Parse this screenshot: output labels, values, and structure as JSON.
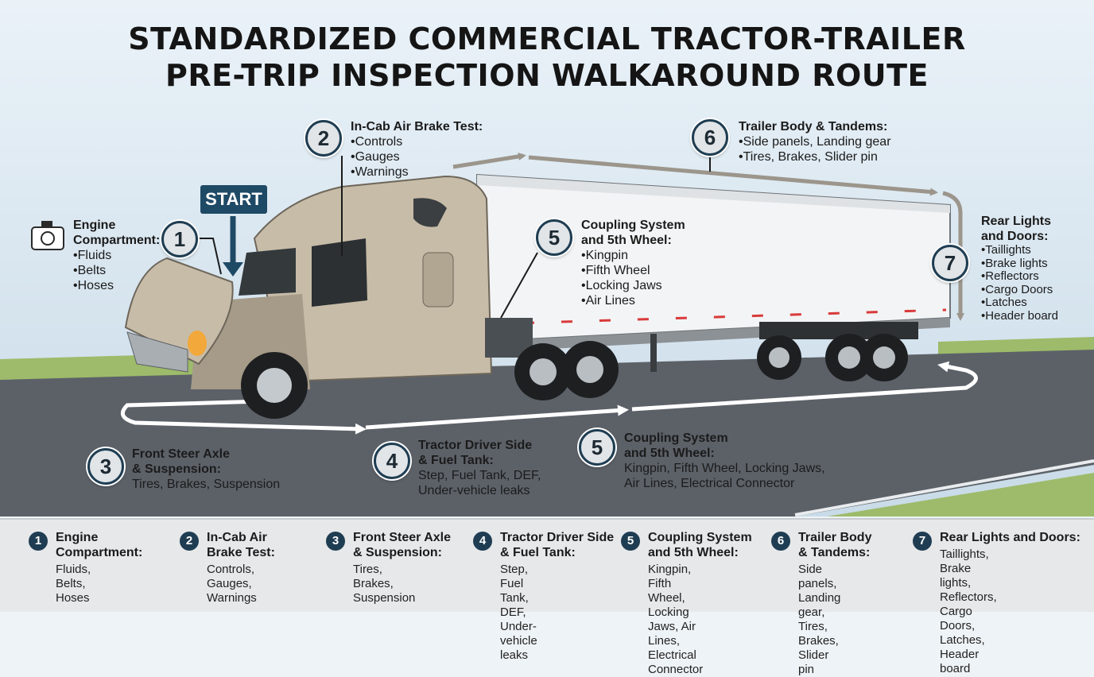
{
  "title_line1": "STANDARDIZED COMMERCIAL TRACTOR-TRAILER",
  "title_line2": "PRE-TRIP INSPECTION WALKAROUND ROUTE",
  "start_label": "START",
  "colors": {
    "badge": "#1f3d52",
    "start": "#1f4a66",
    "route_arrow": "#9b958b",
    "road": "#5c6168",
    "trailer": "#f3f4f5",
    "cab": "#c7bca8"
  },
  "steps": [
    {
      "num": "1",
      "title_a": "Engine",
      "title_b": "Compartment:",
      "items": [
        "Fluids",
        "Belts",
        "Hoses"
      ]
    },
    {
      "num": "2",
      "title": "In-Cab Air Brake Test:",
      "items": [
        "Controls",
        "Gauges",
        "Warnings"
      ]
    },
    {
      "num": "3",
      "title_a": "Front Steer Axle",
      "title_b": "& Suspension:",
      "desc": "Tires, Brakes, Suspension"
    },
    {
      "num": "4",
      "title_a": "Tractor Driver Side",
      "title_b": "& Fuel Tank:",
      "desc_a": "Step, Fuel Tank, DEF,",
      "desc_b": "Under-vehicle leaks"
    },
    {
      "num": "5",
      "title_a": "Coupling System",
      "title_b": "and 5th Wheel:",
      "items": [
        "Kingpin",
        "Fifth Wheel",
        "Locking Jaws",
        "Air Lines"
      ],
      "desc_a": "Kingpin, Fifth Wheel, Locking Jaws,",
      "desc_b": "Air Lines, Electrical Connector"
    },
    {
      "num": "6",
      "title": "Trailer Body & Tandems:",
      "items": [
        "Side panels, Landing gear",
        "Tires, Brakes, Slider pin"
      ]
    },
    {
      "num": "7",
      "title_a": "Rear Lights",
      "title_b": "and Doors:",
      "items": [
        "Taillights",
        "Brake lights",
        "Reflectors",
        "Cargo Doors",
        "Latches",
        "Header board"
      ]
    }
  ],
  "legend": [
    {
      "num": "1",
      "t1": "Engine",
      "t2": "Compartment:",
      "d1": "Fluids, Belts, Hoses",
      "d2": "",
      "d3": ""
    },
    {
      "num": "2",
      "t1": "In-Cab Air",
      "t2": "Brake Test:",
      "d1": "Controls, Gauges,",
      "d2": "Warnings",
      "d3": ""
    },
    {
      "num": "3",
      "t1": "Front Steer Axle",
      "t2": "& Suspension:",
      "d1": "Tires, Brakes,",
      "d2": "Suspension",
      "d3": ""
    },
    {
      "num": "4",
      "t1": "Tractor Driver Side",
      "t2": "& Fuel Tank:",
      "d1": "Step, Fuel Tank, DEF,",
      "d2": "Under-vehicle leaks",
      "d3": ""
    },
    {
      "num": "5",
      "t1": "Coupling System",
      "t2": "and 5th Wheel:",
      "d1": "Kingpin, Fifth Wheel,",
      "d2": "Locking Jaws, Air Lines,",
      "d3": "Electrical Connector"
    },
    {
      "num": "6",
      "t1": "Trailer Body",
      "t2": "& Tandems:",
      "d1": "Side panels, Landing",
      "d2": "gear, Tires, Brakes,",
      "d3": "Slider pin"
    },
    {
      "num": "7",
      "t1": "Rear Lights and Doors:",
      "t2": "",
      "d1": "Taillights, Brake lights,",
      "d2": "Reflectors, Cargo Doors,",
      "d3": "Latches, Header board"
    }
  ]
}
